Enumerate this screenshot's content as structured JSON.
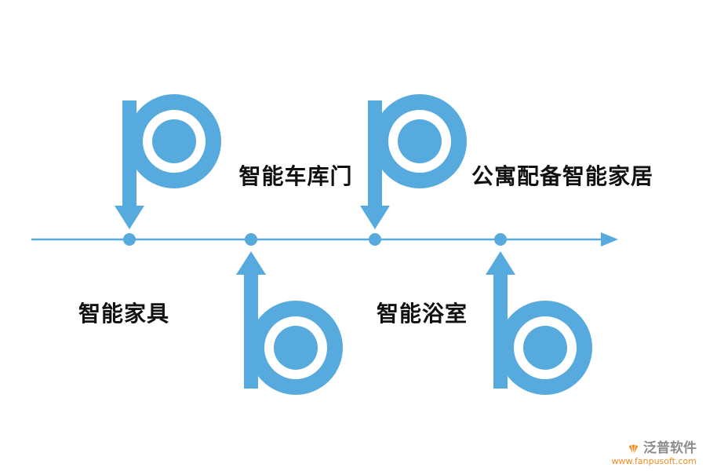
{
  "diagram": {
    "type": "timeline",
    "axis_color": "#56AADD",
    "arrow_color": "#56AADD",
    "milestones": [
      {
        "label": "智能家具",
        "side": "below",
        "arrow": "down-from-above"
      },
      {
        "label": "智能车库门",
        "side": "above",
        "arrow": "up-from-below"
      },
      {
        "label": "智能浴室",
        "side": "below",
        "arrow": "down-from-above"
      },
      {
        "label": "公寓配备智能家居",
        "side": "above",
        "arrow": "up-from-below"
      }
    ]
  },
  "watermark": {
    "brand": "泛普软件",
    "url": "www.fanpusoft.com",
    "brand_color": "#8C8C8C",
    "accent_color": "#F28A1E"
  }
}
